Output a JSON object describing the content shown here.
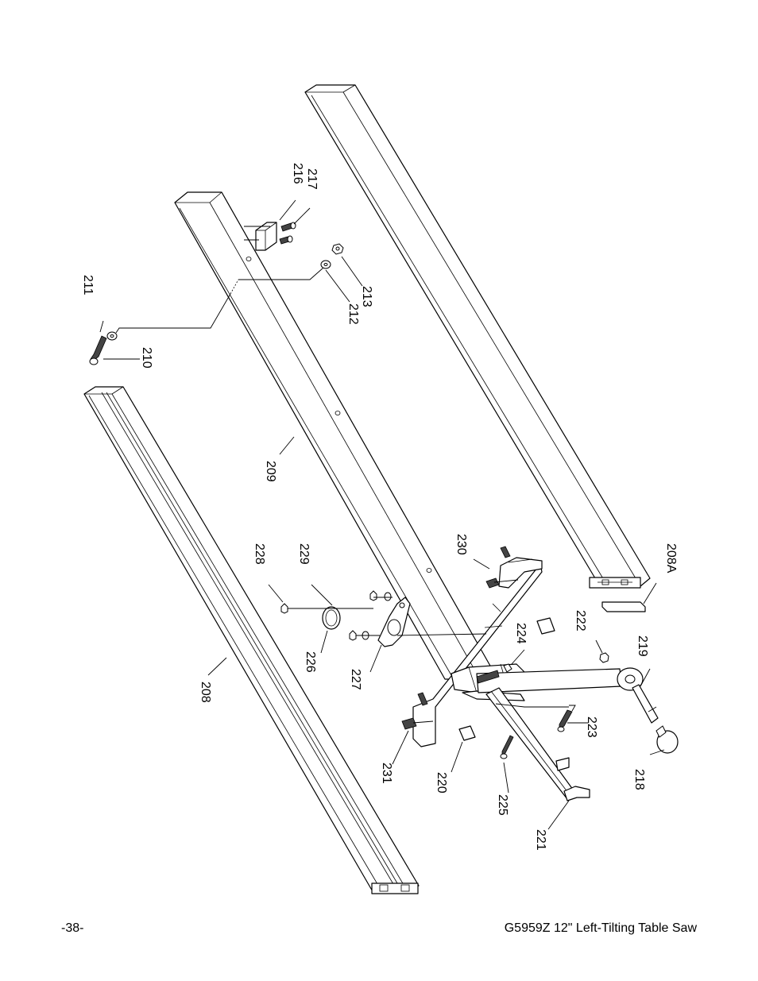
{
  "footer": {
    "page_number": "-38-",
    "manual_title": "G5959Z 12\" Left-Tilting Table Saw"
  },
  "parts": [
    {
      "id": "p208",
      "label": "208"
    },
    {
      "id": "p208a",
      "label": "208A"
    },
    {
      "id": "p209",
      "label": "209"
    },
    {
      "id": "p210",
      "label": "210"
    },
    {
      "id": "p211",
      "label": "211"
    },
    {
      "id": "p212",
      "label": "212"
    },
    {
      "id": "p213",
      "label": "213"
    },
    {
      "id": "p216",
      "label": "216"
    },
    {
      "id": "p217",
      "label": "217"
    },
    {
      "id": "p218",
      "label": "218"
    },
    {
      "id": "p219",
      "label": "219"
    },
    {
      "id": "p220",
      "label": "220"
    },
    {
      "id": "p221",
      "label": "221"
    },
    {
      "id": "p222",
      "label": "222"
    },
    {
      "id": "p223",
      "label": "223"
    },
    {
      "id": "p224",
      "label": "224"
    },
    {
      "id": "p225",
      "label": "225"
    },
    {
      "id": "p226",
      "label": "226"
    },
    {
      "id": "p227",
      "label": "227"
    },
    {
      "id": "p228",
      "label": "228"
    },
    {
      "id": "p229",
      "label": "229"
    },
    {
      "id": "p230",
      "label": "230"
    },
    {
      "id": "p231",
      "label": "231"
    }
  ]
}
